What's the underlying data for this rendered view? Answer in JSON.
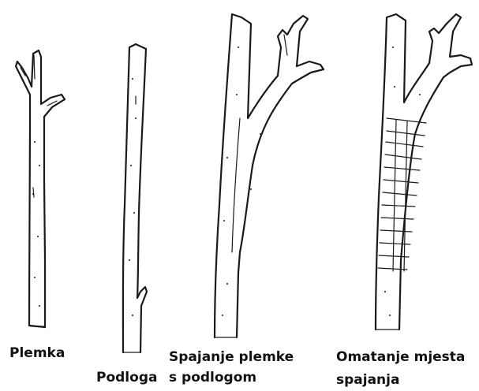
{
  "labels": {
    "plemka": "Plemka",
    "podloga": "Podloga",
    "spajanje_line1": "Spajanje plemke",
    "spajanje_line2": "s podlogom",
    "omatanje_line1": "Omatanje mjesta",
    "omatanje_line2": "spajanja"
  },
  "colors": {
    "ink": "#1a1a1a",
    "background": "#ffffff"
  }
}
